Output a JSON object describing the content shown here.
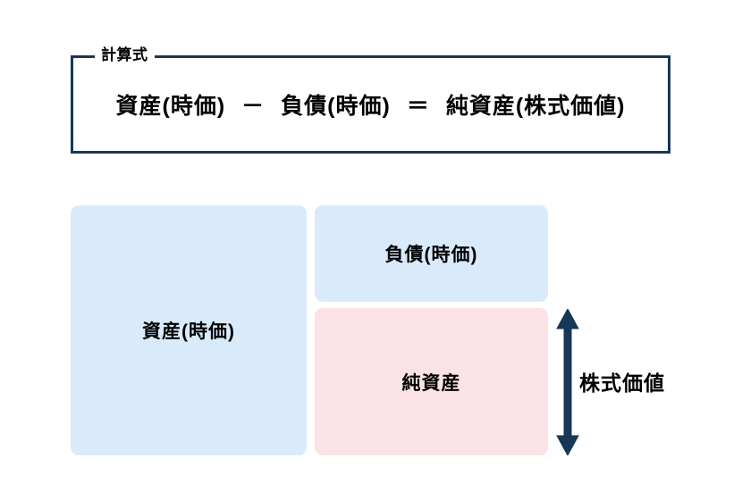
{
  "formula": {
    "legend": "計算式",
    "terms": {
      "assets": "資産(時価)",
      "minus": "－",
      "liabilities": "負債(時価)",
      "equals": "＝",
      "equity": "純資産(株式価値)"
    }
  },
  "blocks": {
    "assets": {
      "label": "資産(時価)",
      "color": "#d9ebfa"
    },
    "liabilities": {
      "label": "負債(時価)",
      "color": "#d9ebfa"
    },
    "equity": {
      "label": "純資産",
      "color": "#fbe2e7"
    }
  },
  "annotation": {
    "arrow_label": "株式価値",
    "arrow_color": "#173757",
    "arrow_icon": "double-headed-vertical-arrow-icon"
  }
}
